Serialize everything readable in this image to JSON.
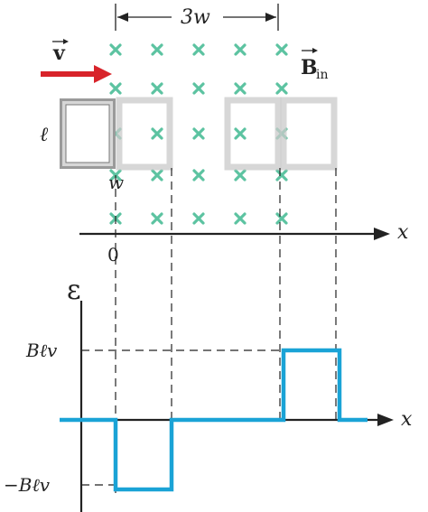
{
  "top": {
    "width_label": "3w",
    "velocity_label": "v",
    "field_label": "B",
    "field_subscript": "in",
    "loop_length_label": "ℓ",
    "loop_width_label": "w",
    "x_axis_label": "x",
    "origin_label": "0"
  },
  "graph": {
    "emf_label": "ε",
    "x_axis_label": "x",
    "y_tick_pos": "Bℓv",
    "y_tick_neg": "−Bℓv"
  },
  "colors": {
    "field_marker": "#5cc3a1",
    "velocity_arrow": "#d8232a",
    "emf_curve": "#1aa3d6",
    "ghost_loop": "#c9c9c9",
    "loop": "#8e8e8e"
  },
  "chart_data": {
    "type": "line",
    "title": "",
    "xlabel": "x",
    "ylabel": "ε",
    "x_units": "w",
    "y_units": "Bℓv",
    "steps": [
      {
        "x_start": -1,
        "x_end": 0,
        "y": 0
      },
      {
        "x_start": 0,
        "x_end": 1,
        "y": -1
      },
      {
        "x_start": 1,
        "x_end": 3,
        "y": 0
      },
      {
        "x_start": 3,
        "x_end": 4,
        "y": 1
      },
      {
        "x_start": 4,
        "x_end": 4.5,
        "y": 0
      }
    ],
    "y_ticks": [
      "Bℓv",
      "−Bℓv"
    ]
  }
}
